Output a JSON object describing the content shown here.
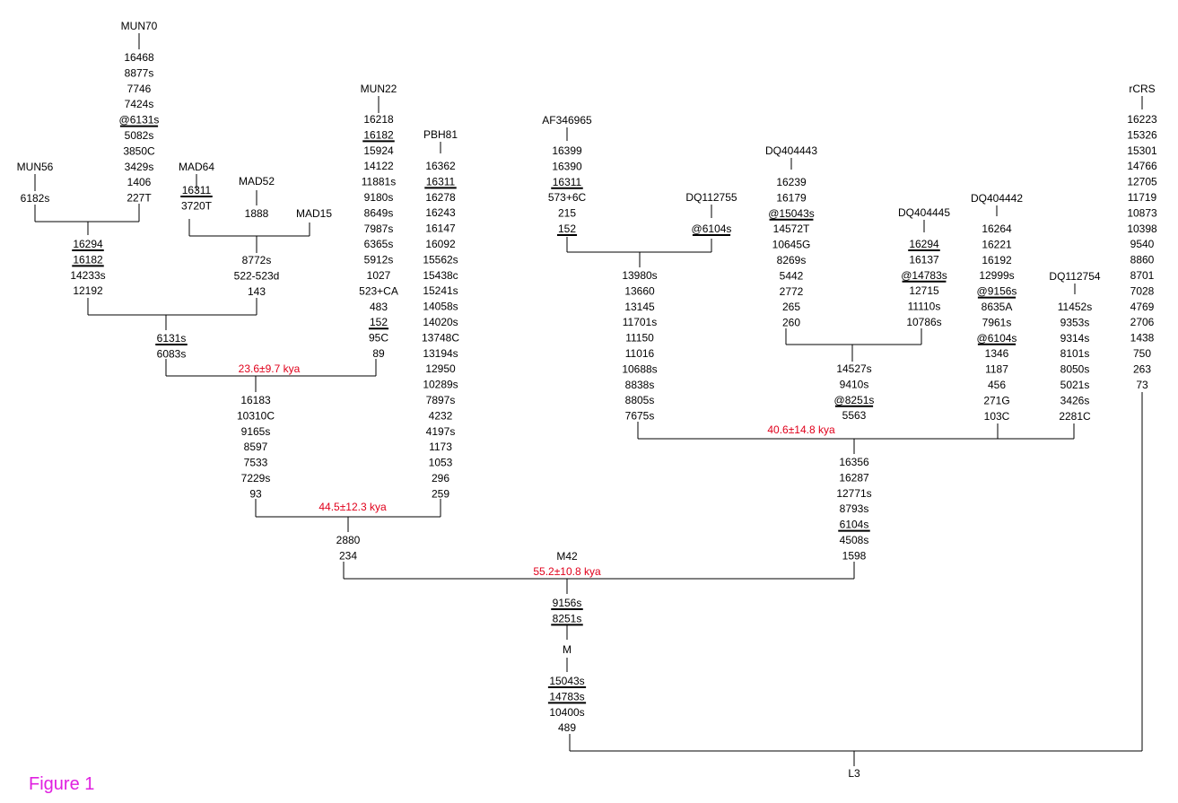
{
  "figure_label": "Figure 1",
  "nodes": {
    "mun70": {
      "label": "MUN70",
      "mutations": [
        {
          "text": "16468"
        },
        {
          "text": "8877s"
        },
        {
          "text": "7746"
        },
        {
          "text": "7424s"
        },
        {
          "text": "@6131s",
          "u": true
        },
        {
          "text": "5082s"
        },
        {
          "text": "3850C"
        },
        {
          "text": "3429s"
        },
        {
          "text": "1406"
        },
        {
          "text": "227T"
        }
      ]
    },
    "mun56": {
      "label": "MUN56",
      "mutations": [
        {
          "text": "6182s"
        }
      ]
    },
    "mad64": {
      "label": "MAD64",
      "mutations": [
        {
          "text": "16311",
          "u": true
        },
        {
          "text": "3720T"
        }
      ]
    },
    "mad52": {
      "label": "MAD52",
      "mutations": [
        {
          "text": "1888"
        }
      ]
    },
    "mad15": {
      "label": "MAD15",
      "mutations": []
    },
    "mun22": {
      "label": "MUN22",
      "mutations": [
        {
          "text": "16218"
        },
        {
          "text": "16182",
          "u": true
        },
        {
          "text": "15924"
        },
        {
          "text": "14122"
        },
        {
          "text": "11881s"
        },
        {
          "text": "9180s"
        },
        {
          "text": "8649s"
        },
        {
          "text": "7987s"
        },
        {
          "text": "6365s"
        },
        {
          "text": "5912s"
        },
        {
          "text": "1027"
        },
        {
          "text": "523+CA"
        },
        {
          "text": "483"
        },
        {
          "text": "152",
          "u": true
        },
        {
          "text": "95C"
        },
        {
          "text": "89"
        }
      ]
    },
    "pbh81": {
      "label": "PBH81",
      "mutations": [
        {
          "text": "16362"
        },
        {
          "text": "16311",
          "u": true
        },
        {
          "text": "16278"
        },
        {
          "text": "16243"
        },
        {
          "text": "16147"
        },
        {
          "text": "16092"
        },
        {
          "text": "15562s"
        },
        {
          "text": "15438c"
        },
        {
          "text": "15241s"
        },
        {
          "text": "14058s"
        },
        {
          "text": "14020s"
        },
        {
          "text": "13748C"
        },
        {
          "text": "13194s"
        },
        {
          "text": "12950"
        },
        {
          "text": "10289s"
        },
        {
          "text": "7897s"
        },
        {
          "text": "4232"
        },
        {
          "text": "4197s"
        },
        {
          "text": "1173"
        },
        {
          "text": "1053"
        },
        {
          "text": "296"
        },
        {
          "text": "259"
        }
      ]
    },
    "af346965": {
      "label": "AF346965",
      "mutations": [
        {
          "text": "16399"
        },
        {
          "text": "16390"
        },
        {
          "text": "16311",
          "u": true
        },
        {
          "text": "573+6C"
        },
        {
          "text": "215"
        },
        {
          "text": "152",
          "u": true
        }
      ]
    },
    "dq112755": {
      "label": "DQ112755",
      "mutations": [
        {
          "text": "@6104s",
          "u": true
        }
      ]
    },
    "dq404443": {
      "label": "DQ404443",
      "mutations": [
        {
          "text": "16239"
        },
        {
          "text": "16179"
        },
        {
          "text": "@15043s",
          "u": true
        },
        {
          "text": "14572T"
        },
        {
          "text": "10645G"
        },
        {
          "text": "8269s"
        },
        {
          "text": "5442"
        },
        {
          "text": "2772"
        },
        {
          "text": "265"
        },
        {
          "text": "260"
        }
      ]
    },
    "dq404445": {
      "label": "DQ404445",
      "mutations": [
        {
          "text": "16294",
          "u": true
        },
        {
          "text": "16137"
        },
        {
          "text": "@14783s",
          "u": true
        },
        {
          "text": "12715"
        },
        {
          "text": "11110s"
        },
        {
          "text": "10786s"
        }
      ]
    },
    "dq404442": {
      "label": "DQ404442",
      "mutations": [
        {
          "text": "16264"
        },
        {
          "text": "16221"
        },
        {
          "text": "16192"
        },
        {
          "text": "12999s"
        },
        {
          "text": "@9156s",
          "u": true
        },
        {
          "text": "8635A"
        },
        {
          "text": "7961s"
        },
        {
          "text": "@6104s",
          "u": true
        },
        {
          "text": "1346"
        },
        {
          "text": "1187"
        },
        {
          "text": "456"
        },
        {
          "text": "271G"
        },
        {
          "text": "103C"
        }
      ]
    },
    "dq112754": {
      "label": "DQ112754",
      "mutations": [
        {
          "text": "11452s"
        },
        {
          "text": "9353s"
        },
        {
          "text": "9314s"
        },
        {
          "text": "8101s"
        },
        {
          "text": "8050s"
        },
        {
          "text": "5021s"
        },
        {
          "text": "3426s"
        },
        {
          "text": "2281C"
        }
      ]
    },
    "rcrs": {
      "label": "rCRS",
      "mutations": [
        {
          "text": "16223"
        },
        {
          "text": "15326"
        },
        {
          "text": "15301"
        },
        {
          "text": "14766"
        },
        {
          "text": "12705"
        },
        {
          "text": "11719"
        },
        {
          "text": "10873"
        },
        {
          "text": "10398"
        },
        {
          "text": "9540"
        },
        {
          "text": "8860"
        },
        {
          "text": "8701"
        },
        {
          "text": "7028"
        },
        {
          "text": "4769"
        },
        {
          "text": "2706"
        },
        {
          "text": "1438"
        },
        {
          "text": "750"
        },
        {
          "text": "263"
        },
        {
          "text": "73"
        }
      ]
    }
  },
  "internal": {
    "mun56_mun70": {
      "mutations": [
        {
          "text": "16294",
          "u": true
        },
        {
          "text": "16182",
          "u": true
        },
        {
          "text": "14233s"
        },
        {
          "text": "12192"
        }
      ]
    },
    "mad_group": {
      "mutations": [
        {
          "text": "8772s"
        },
        {
          "text": "522-523d"
        },
        {
          "text": "143"
        }
      ]
    },
    "mun_mad": {
      "mutations": [
        {
          "text": "6131s",
          "u": true
        },
        {
          "text": "6083s"
        }
      ]
    },
    "clade_a": {
      "mutations": [
        {
          "text": "16183"
        },
        {
          "text": "10310C"
        },
        {
          "text": "9165s"
        },
        {
          "text": "8597"
        },
        {
          "text": "7533"
        },
        {
          "text": "7229s"
        },
        {
          "text": "93"
        }
      ]
    },
    "clade_ab": {
      "mutations": [
        {
          "text": "2880"
        },
        {
          "text": "234"
        }
      ]
    },
    "af_dq": {
      "mutations": [
        {
          "text": "13980s"
        },
        {
          "text": "13660"
        },
        {
          "text": "13145"
        },
        {
          "text": "11701s"
        },
        {
          "text": "11150"
        },
        {
          "text": "11016"
        },
        {
          "text": "10688s"
        },
        {
          "text": "8838s"
        },
        {
          "text": "8805s"
        },
        {
          "text": "7675s"
        }
      ]
    },
    "dq4443_4445": {
      "mutations": [
        {
          "text": "14527s"
        },
        {
          "text": "9410s"
        },
        {
          "text": "@8251s",
          "u": true
        },
        {
          "text": "5563"
        }
      ]
    },
    "right_clade": {
      "mutations": [
        {
          "text": "16356"
        },
        {
          "text": "16287"
        },
        {
          "text": "12771s"
        },
        {
          "text": "8793s"
        },
        {
          "text": "6104s",
          "u": true
        },
        {
          "text": "4508s"
        },
        {
          "text": "1598"
        }
      ]
    },
    "m42": {
      "label": "M42",
      "mutations": [
        {
          "text": "9156s",
          "u": true
        },
        {
          "text": "8251s",
          "u": true
        }
      ]
    },
    "m": {
      "label": "M",
      "mutations": [
        {
          "text": "15043s",
          "u": true
        },
        {
          "text": "14783s",
          "u": true
        },
        {
          "text": "10400s"
        },
        {
          "text": "489"
        }
      ]
    },
    "l3": {
      "label": "L3"
    }
  },
  "ages": {
    "mun_mad": "23.6±9.7 kya",
    "clade_ab": "44.5±12.3 kya",
    "right_clade": "40.6±14.8 kya",
    "m42": "55.2±10.8 kya"
  }
}
